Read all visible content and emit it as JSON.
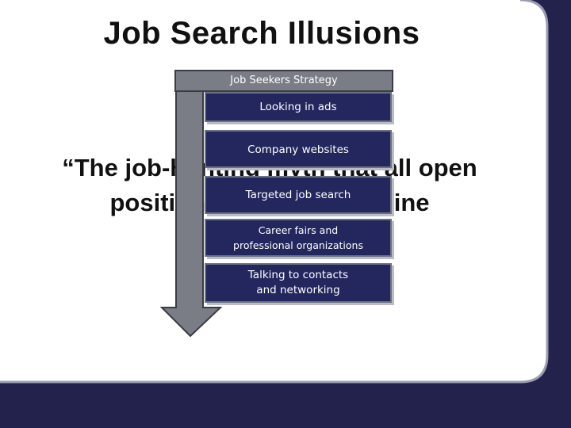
{
  "slide": {
    "title": "Job Search Illusions",
    "quote_line1": "“The job-hunting myth that all open",
    "quote_line2": "positions are posted online"
  },
  "diagram": {
    "header": "Job Seekers Strategy",
    "items": [
      {
        "label": "Looking in ads"
      },
      {
        "label": "Company websites"
      },
      {
        "label": "Targeted job search"
      },
      {
        "label": "Career fairs and professional organizations",
        "line1": "Career fairs and",
        "line2": "professional organizations"
      },
      {
        "label": "Talking to contacts and networking",
        "line1": "Talking to contacts",
        "line2": "and networking"
      }
    ]
  },
  "colors": {
    "frame": "#23224c",
    "box_fill": "#23275e",
    "arrow_fill": "#7a7d86",
    "header_fill": "#7a7d86"
  }
}
